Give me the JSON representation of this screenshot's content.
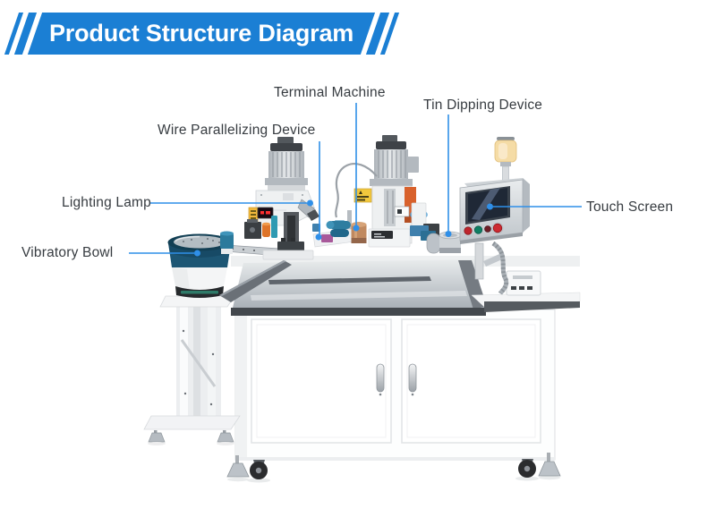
{
  "header": {
    "title": "Product Structure Diagram"
  },
  "labels": {
    "terminal_machine": "Terminal Machine",
    "tin_dipping_device": "Tin Dipping Device",
    "wire_parallelizing_device": "Wire Parallelizing Device",
    "lighting_lamp": "Lighting Lamp",
    "touch_screen": "Touch Screen",
    "vibratory_bowl": "Vibratory Bowl"
  },
  "colors": {
    "banner_blue": "#1b7fd4",
    "leader_line_blue": "#2f8fe8",
    "label_text": "#373c41",
    "bowl_teal": "#1d5674",
    "accent_orange": "#d8612c",
    "warning_yellow": "#f2c83d",
    "signal_lamp_amber": "#f5dca6",
    "touch_screen_navy": "#1f2836",
    "cabinet_white": "#fdfefe",
    "tray_metal": "#aab1b8"
  }
}
